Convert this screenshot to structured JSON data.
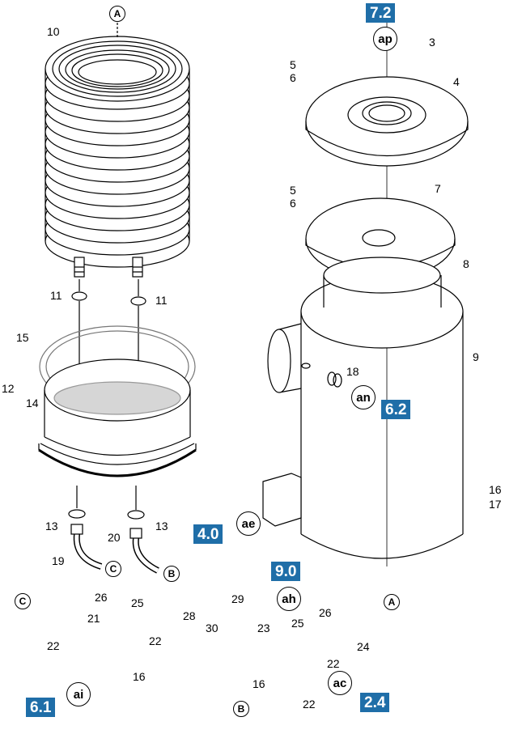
{
  "sections": {
    "s72": "7.2",
    "s62": "6.2",
    "s40": "4.0",
    "s90": "9.0",
    "s24": "2.4",
    "s61": "6.1"
  },
  "connectors": {
    "ap": "ap",
    "an": "an",
    "ae": "ae",
    "ah": "ah",
    "ac": "ac",
    "ai": "ai",
    "a_top": "A",
    "a_bottom": "A",
    "c_right": "C",
    "c_left": "C",
    "b_mid": "B",
    "b_bottom": "B"
  },
  "parts": {
    "p10": "10",
    "p3": "3",
    "p4": "4",
    "p5a": "5",
    "p6a": "6",
    "p5b": "5",
    "p6b": "6",
    "p7": "7",
    "p8": "8",
    "p9": "9",
    "p11a": "11",
    "p11b": "11",
    "p15": "15",
    "p12": "12",
    "p14": "14",
    "p13a": "13",
    "p13b": "13",
    "p18": "18",
    "p19": "19",
    "p20": "20",
    "p16a": "16",
    "p17": "17",
    "p26a": "26",
    "p25a": "25",
    "p29": "29",
    "p21": "21",
    "p28": "28",
    "p30": "30",
    "p22a": "22",
    "p22b": "22",
    "p16b": "16",
    "p26b": "26",
    "p23": "23",
    "p25b": "25",
    "p24": "24",
    "p22c": "22",
    "p16c": "16",
    "p22d": "22"
  }
}
